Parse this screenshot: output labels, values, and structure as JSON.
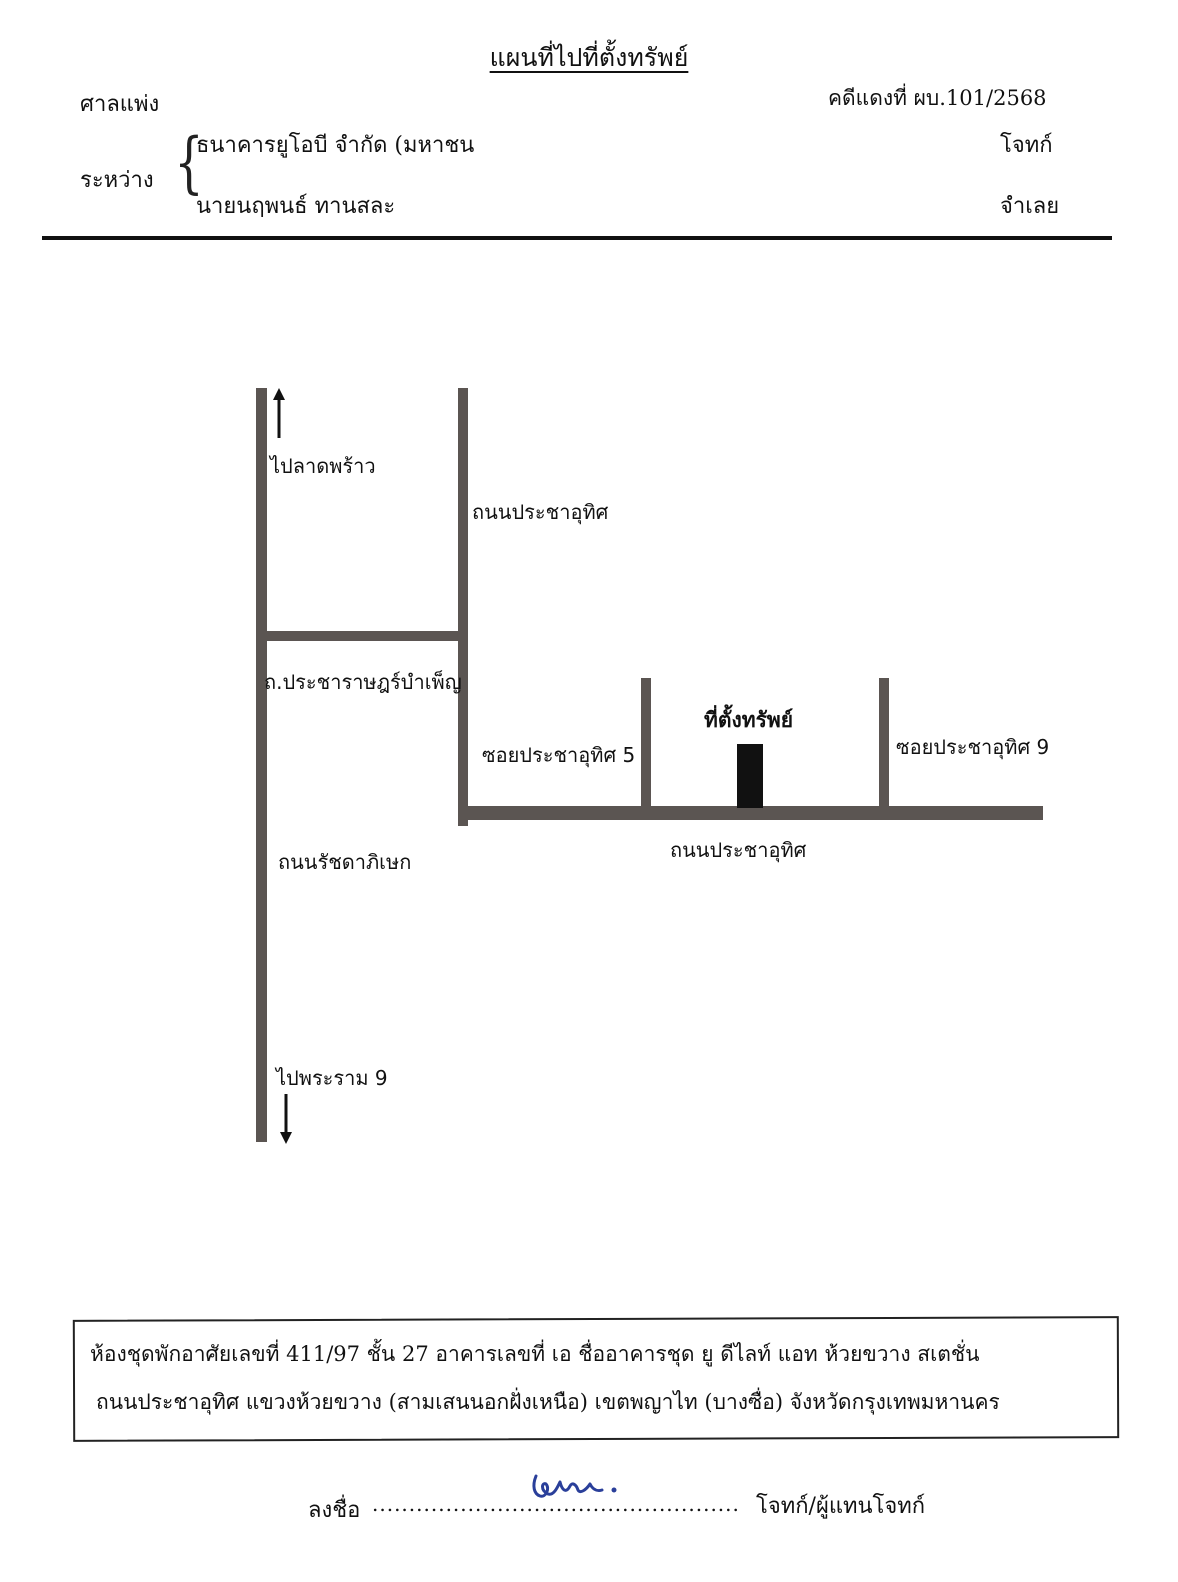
{
  "header": {
    "title": "แผนที่ไปที่ตั้งทรัพย์",
    "court": "ศาลแพ่ง",
    "case_number": "คดีแดงที่ ผบ.101/2568",
    "between_label": "ระหว่าง",
    "plaintiff_name": "ธนาคารยูโอบี จำกัด (มหาชน",
    "plaintiff_role": "โจทก์",
    "defendant_name": "นายนฤพนธ์ ทานสละ",
    "defendant_role": "จำเลย"
  },
  "map": {
    "to_lat_phrao": "ไปลาดพร้าว",
    "road_pracha_uthit_vertical": "ถนนประชาอุทิศ",
    "road_pracha_rat_bamphen": "ถ.ประชาราษฎร์บำเพ็ญ",
    "soi_pracha_uthit_5": "ซอยประชาอุทิศ 5",
    "property_location": "ที่ตั้งทรัพย์",
    "soi_pracha_uthit_9": "ซอยประชาอุทิศ 9",
    "road_pracha_uthit_horizontal": "ถนนประชาอุทิศ",
    "road_ratchadaphisek": "ถนนรัชดาภิเษก",
    "to_rama_9": "ไปพระราม 9"
  },
  "address": {
    "line1": "ห้องชุดพักอาศัยเลขที่ 411/97 ชั้น 27 อาคารเลขที่ เอ ชื่ออาคารชุด ยู ดีไลท์ แอท ห้วยขวาง สเตชั่น",
    "line2": "ถนนประชาอุทิศ แขวงห้วยขวาง (สามเสนนอกฝั่งเหนือ) เขตพญาไท (บางซื่อ) จังหวัดกรุงเทพมหานคร"
  },
  "signature": {
    "label": "ลงชื่อ",
    "dots": "..................................................",
    "role": "โจทก์/ผู้แทนโจทก์"
  },
  "colors": {
    "road": "#5b5552",
    "property_marker": "#111111",
    "signature_ink": "#2a3f9a"
  }
}
